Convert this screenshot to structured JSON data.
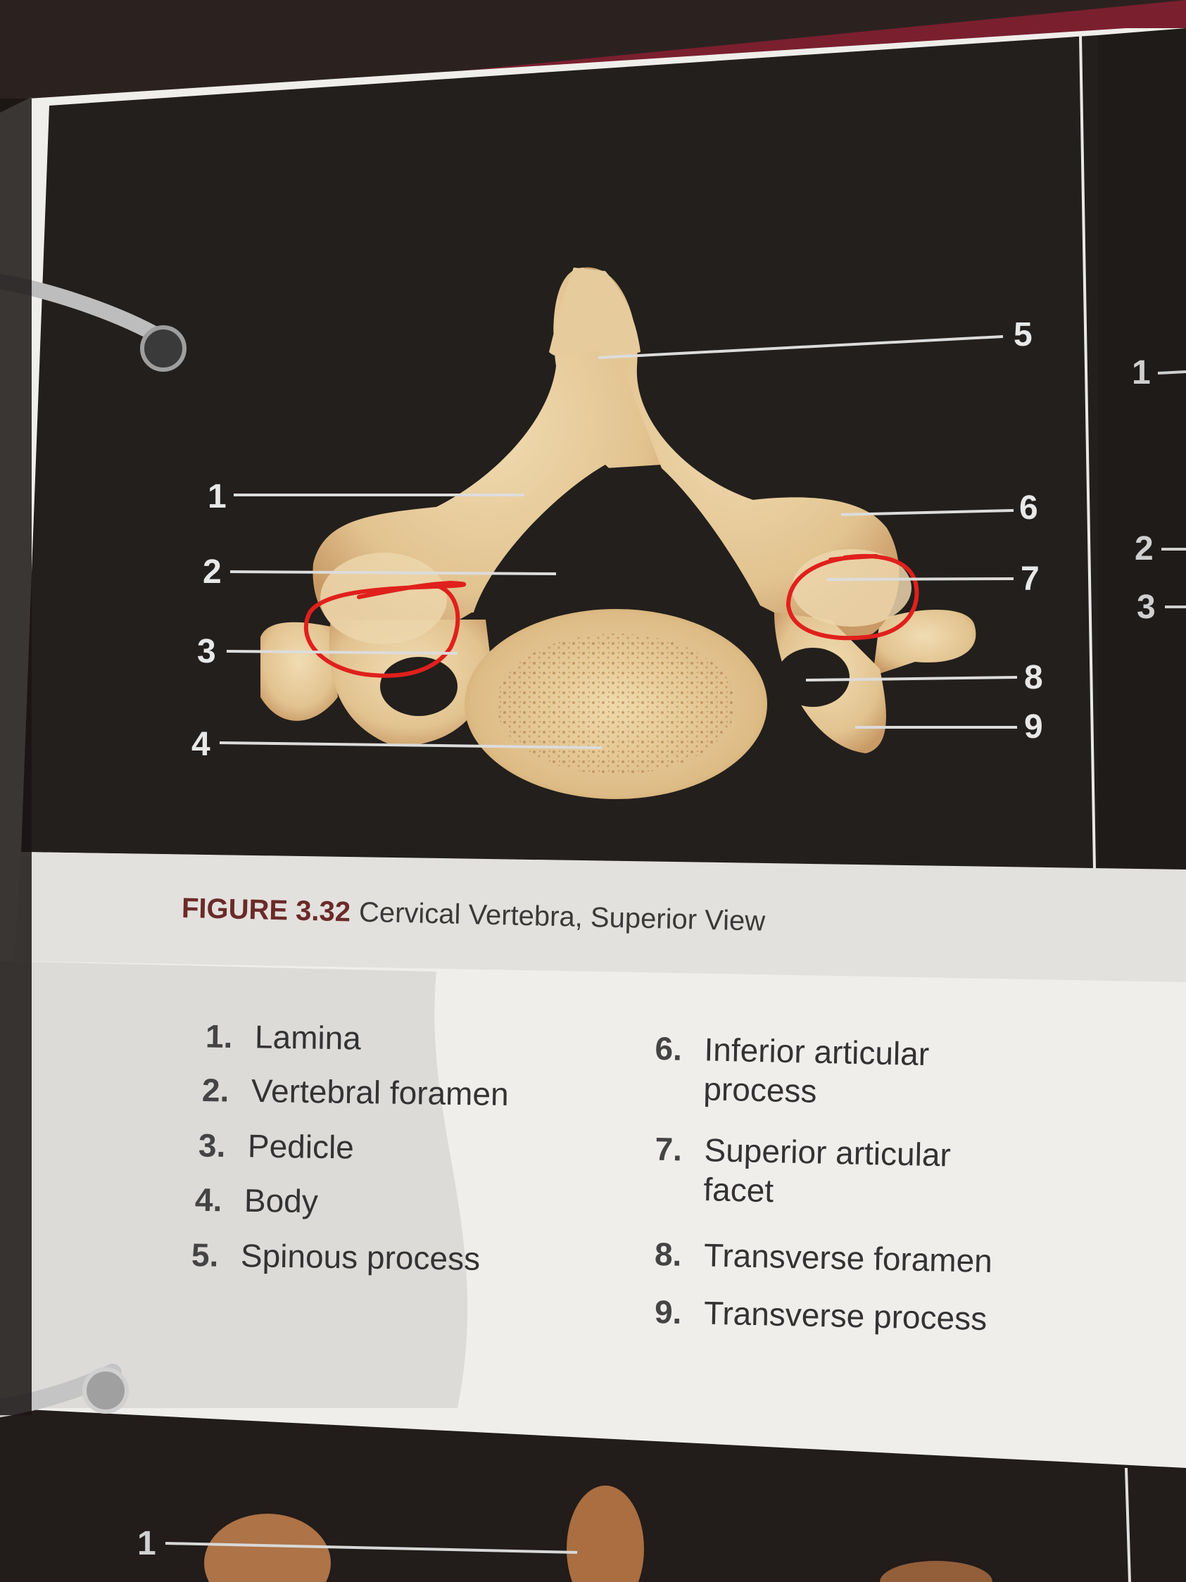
{
  "figure": {
    "number": "FIGURE 3.32",
    "title": "Cervical Vertebra, Superior View"
  },
  "callouts": [
    "1",
    "2",
    "3",
    "4",
    "5",
    "6",
    "7",
    "8",
    "9"
  ],
  "legend_left": [
    {
      "num": "1.",
      "text": "Lamina"
    },
    {
      "num": "2.",
      "text": "Vertebral foramen"
    },
    {
      "num": "3.",
      "text": "Pedicle"
    },
    {
      "num": "4.",
      "text": "Body"
    },
    {
      "num": "5.",
      "text": "Spinous process"
    }
  ],
  "legend_right": [
    {
      "num": "6.",
      "text": "Inferior articular",
      "text2": "process"
    },
    {
      "num": "7.",
      "text": "Superior articular",
      "text2": "facet"
    },
    {
      "num": "8.",
      "text": "Transverse foramen"
    },
    {
      "num": "9.",
      "text": "Transverse process"
    }
  ],
  "side_page_callouts": [
    "1",
    "2",
    "3"
  ],
  "next_figure_callout": "1",
  "colors": {
    "photo_background": "#231f1c",
    "caption_band": "#e4e2de",
    "page_paper": "#efeeeb",
    "binder_red": "#7a1f2e",
    "bone": "#e3c898",
    "annotation_red": "#e0201c"
  }
}
